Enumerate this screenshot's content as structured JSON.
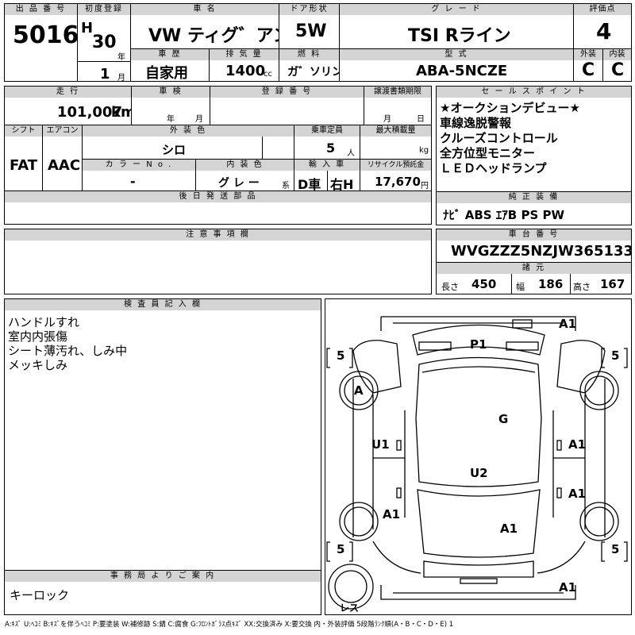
{
  "header": {
    "lot_no_label": "出 品 番 号",
    "lot_no": "5016",
    "first_reg_label": "初度登録",
    "era": "H",
    "year": "30",
    "year_unit": "年",
    "month": "1",
    "month_unit": "月",
    "car_name_label": "車 名",
    "car_name": "VW ティグ゛アン",
    "history_label": "車 歴",
    "history": "自家用",
    "displacement_label": "排 気 量",
    "displacement": "1400",
    "displacement_unit": "cc",
    "door_label": "ドア形状",
    "door": "5W",
    "fuel_label": "燃 料",
    "fuel": "ガ゛ソリン",
    "grade_label": "グ レ ー ド",
    "grade": "TSI Rライン",
    "model_label": "型 式",
    "model": "ABA-5NCZE",
    "score_label": "評価点",
    "score": "4",
    "exterior_label": "外装",
    "exterior": "C",
    "interior_label": "内装",
    "interior": "C"
  },
  "row2": {
    "mileage_label": "走 行",
    "mileage": "101,007",
    "mileage_unit": "km",
    "inspection_label": "車 検",
    "inspection_year": "年",
    "inspection_month": "月",
    "regno_label": "登 録 番 号",
    "transfer_label": "譲渡書類期限",
    "transfer_month": "月",
    "transfer_day": "日"
  },
  "row3": {
    "shift_label": "シフト",
    "shift": "FAT",
    "aircon_label": "エアコン",
    "aircon": "AAC",
    "ext_color_label": "外 装 色",
    "ext_color": "シロ",
    "color_no_label": "カ ラ ー N o .",
    "color_no": "-",
    "int_color_label": "内 装 色",
    "int_color": "グ レ ー",
    "int_color_suffix": "系",
    "capacity_label": "乗車定員",
    "capacity": "5",
    "capacity_unit": "人",
    "load_label": "最大積載量",
    "load_unit": "kg",
    "import_label": "輸 入 車",
    "import_value": "D車",
    "steering": "右H",
    "recycle_label": "リサイクル預託金",
    "recycle": "17,670",
    "recycle_unit": "円"
  },
  "sales": {
    "label": "セ ー ル ス ポ イ ン ト",
    "points": [
      "★オークションデビュー★",
      "車線逸脱警報",
      "クルーズコントロール",
      "全方位型モニター",
      "ＬＥＤヘッドランプ"
    ]
  },
  "later_parts_label": "後 日 発 送 部 品",
  "equipment": {
    "label": "純 正 装 備",
    "items": "ﾅﾋﾞ  ABS  ｴｱB  PS  PW"
  },
  "notes_label": "注 意 事 項 欄",
  "chassis": {
    "label": "車 台 番 号",
    "number": "WVGZZZ5NZJW365133",
    "spec_label": "諸 元",
    "length_label": "長さ",
    "length": "450",
    "width_label": "幅",
    "width": "186",
    "height_label": "高さ",
    "height": "167"
  },
  "inspector": {
    "label": "検 査 員 記 入 欄",
    "lines": [
      "ハンドルすれ",
      "室内内張傷",
      "シート薄汚れ、しみ中",
      "メッキしみ"
    ]
  },
  "office": {
    "label": "事 務 局 よ り ご 案 内",
    "text": "キーロック"
  },
  "diagram": {
    "codes": {
      "front": "A1",
      "windshield": "P1",
      "left_front_tire": "A",
      "roof": "G",
      "left_front_door": "U1",
      "right_front_door": "A1",
      "center": "U2",
      "right_rear_door": "A1",
      "left_rear_fender": "A1",
      "cargo": "A1",
      "rear": "A1"
    },
    "tread": "5",
    "spare": "レス"
  },
  "legend": "A:ｷｽﾞ U:ﾍｺﾐ B:ｷｽﾞを伴うﾍｺﾐ P:要塗装 W:補修跡 S:錆 C:腐食 G:ﾌﾛﾝﾄｶﾞﾗｽ点ｷｽﾞ XX:交換済み X:要交換 内・外装評価 5段階ﾗﾝｸ順(A・B・C・D・E) 1"
}
